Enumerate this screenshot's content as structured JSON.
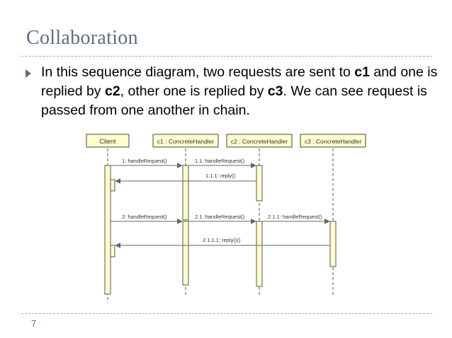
{
  "slide": {
    "title": "Collaboration",
    "page_number": "7",
    "bullet": {
      "t1": "In this sequence diagram, two requests are sent to ",
      "t2": "c1",
      "t3": " and one is replied by ",
      "t4": "c2",
      "t5": ", other one is replied by ",
      "t6": "c3",
      "t7": ". We can see request is passed from one another in chain."
    }
  },
  "diagram": {
    "participants": [
      "Client",
      "c1 : ConcreteHandler",
      "c2 : ConcreteHandler",
      "c3 : ConcreteHandler"
    ],
    "messages": [
      {
        "label": "1: handleRequest()"
      },
      {
        "label": "1.1: handleRequest()"
      },
      {
        "label": "1.1.1: reply()"
      },
      {
        "label": "2: handleRequest()"
      },
      {
        "label": "2.1: handleRequest()"
      },
      {
        "label": "2.1.1: handleRequest()"
      },
      {
        "label": "2.1.1.1: reply()()"
      }
    ],
    "colors": {
      "lifeline_box_fill": "#ffffcc",
      "activation_fill": "#ffffcc",
      "line": "#555555"
    }
  }
}
